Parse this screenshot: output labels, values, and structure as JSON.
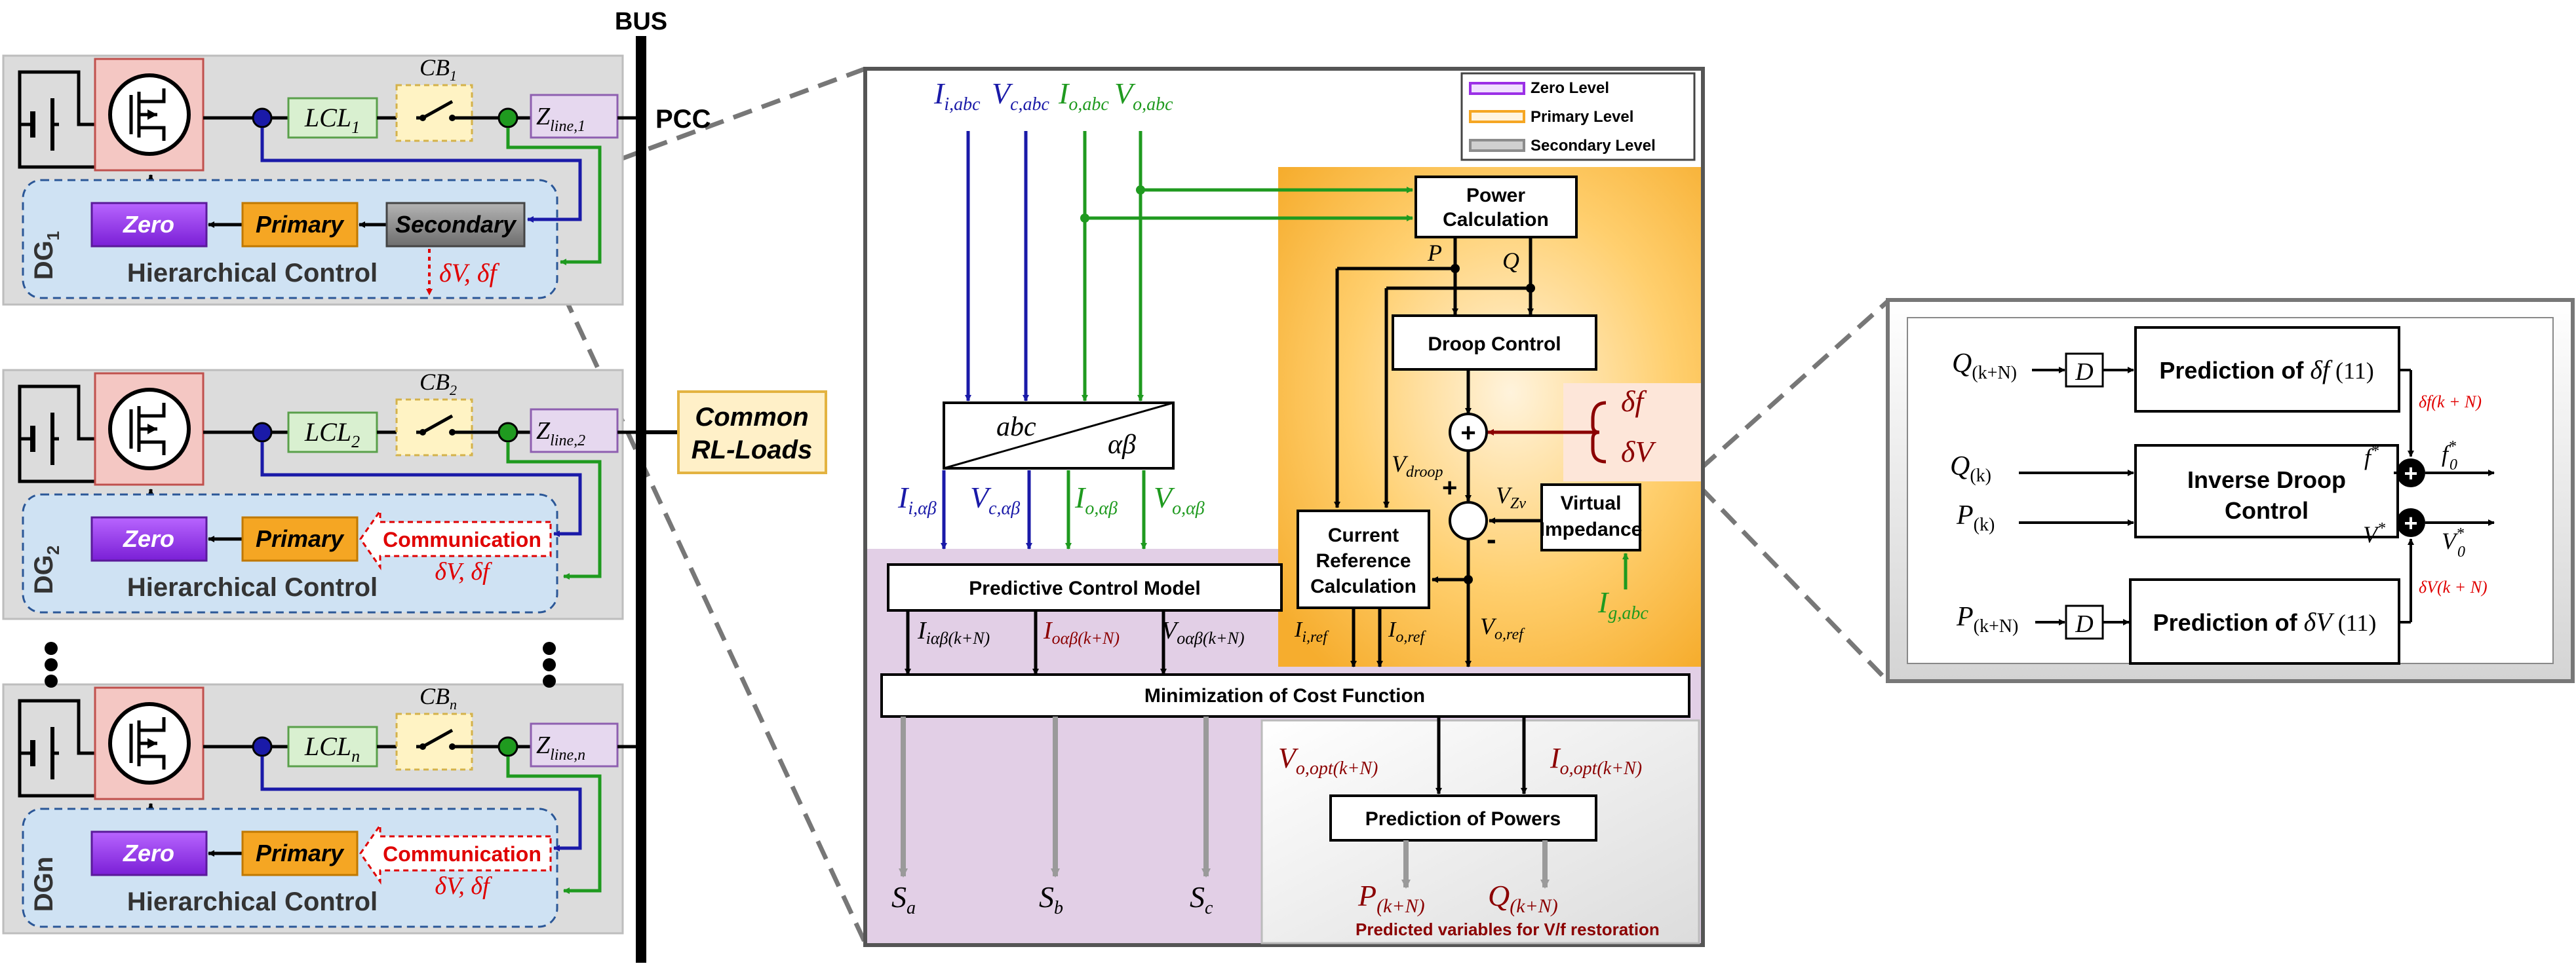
{
  "bus": {
    "label": "BUS",
    "pcc": "PCC"
  },
  "loads": {
    "line1": "Common",
    "line2": "RL-Loads"
  },
  "dg_units": [
    {
      "name": "DG",
      "sub": "1",
      "filter": "LCL",
      "filter_sub": "1",
      "cb": "CB",
      "cb_sub": "1",
      "zline": "Z",
      "zline_sub": "line,1",
      "zero": "Zero",
      "primary": "Primary",
      "secondary": "Secondary",
      "comm": "",
      "hier": "Hierarchical Control",
      "dv": "δV, δf"
    },
    {
      "name": "DG",
      "sub": "2",
      "filter": "LCL",
      "filter_sub": "2",
      "cb": "CB",
      "cb_sub": "2",
      "zline": "Z",
      "zline_sub": "line,2",
      "zero": "Zero",
      "primary": "Primary",
      "secondary": "",
      "comm": "Communication",
      "hier": "Hierarchical Control",
      "dv": "δV, δf"
    },
    {
      "name": "DGn",
      "sub": "",
      "filter": "LCL",
      "filter_sub": "n",
      "cb": "CB",
      "cb_sub": "n",
      "zline": "Z",
      "zline_sub": "line,n",
      "zero": "Zero",
      "primary": "Primary",
      "secondary": "",
      "comm": "Communication",
      "hier": "Hierarchical Control",
      "dv": "δV, δf"
    }
  ],
  "legend": {
    "zero": "Zero Level",
    "primary": "Primary Level",
    "secondary": "Secondary Level"
  },
  "center": {
    "inputs": {
      "ii": "I",
      "ii_sub": "i,abc",
      "vc": "V",
      "vc_sub": "c,abc",
      "io": "I",
      "io_sub": "o,abc",
      "vo": "V",
      "vo_sub": "o,abc"
    },
    "transform": {
      "left": "abc",
      "right": "αβ"
    },
    "ab_outputs": {
      "ii": "I",
      "ii_sub": "i,αβ",
      "vc": "V",
      "vc_sub": "c,αβ",
      "io": "I",
      "io_sub": "o,αβ",
      "vo": "V",
      "vo_sub": "o,αβ"
    },
    "power_calc": {
      "line1": "Power",
      "line2": "Calculation"
    },
    "p": "P",
    "q": "Q",
    "droop": "Droop Control",
    "delta_f": "δf",
    "delta_v": "δV",
    "vdroop": "V",
    "vdroop_sub": "droop",
    "vzv": "V",
    "vzv_sub": "Zv",
    "plus": "+",
    "minus": "-",
    "virtual": {
      "line1": "Virtual",
      "line2": "Impedance"
    },
    "ig": "I",
    "ig_sub": "g,abc",
    "current_ref": {
      "line1": "Current",
      "line2": "Reference",
      "line3": "Calculation"
    },
    "iiref": "I",
    "iiref_sub": "i,ref",
    "ioref": "I",
    "ioref_sub": "o,ref",
    "voref": "V",
    "voref_sub": "o,ref",
    "pcm": "Predictive Control Model",
    "pred1": "I",
    "pred1_sub": "iαβ(k+N)",
    "pred2": "I",
    "pred2_sub": "oαβ(k+N)",
    "pred3": "V",
    "pred3_sub": "oαβ(k+N)",
    "cost": "Minimization of Cost Function",
    "sa": "S",
    "sa_sub": "a",
    "sb": "S",
    "sb_sub": "b",
    "sc": "S",
    "sc_sub": "c",
    "vopt": "V",
    "vopt_sub": "o,opt(k+N)",
    "iopt": "I",
    "iopt_sub": "o,opt(k+N)",
    "pred_powers": "Prediction of Powers",
    "pk": "P",
    "pk_sub": "(k+N)",
    "qk": "Q",
    "qk_sub": "(k+N)",
    "restoration": "Predicted variables for V/f restoration"
  },
  "right": {
    "q_kn": "Q",
    "q_kn_sub": "(k+N)",
    "d1": "D",
    "pred_df": "Prediction of ",
    "pred_df_sym": "δf",
    "pred_df_eq": " (11)",
    "df_kn": "δf(k + N)",
    "q_k": "Q",
    "q_k_sub": "(k)",
    "p_k": "P",
    "p_k_sub": "(k)",
    "inverse": {
      "line1": "Inverse Droop",
      "line2": "Control"
    },
    "f_star": "f",
    "f_star_sup": "*",
    "v_star": "V",
    "v_star_sup": "*",
    "f0": "f",
    "f0_sub": "0",
    "f0_sup": "*",
    "v0": "V",
    "v0_sub": "0",
    "v0_sup": "*",
    "p_kn": "P",
    "p_kn_sub": "(k+N)",
    "d2": "D",
    "pred_dv": "Prediction of ",
    "pred_dv_sym": "δV",
    "pred_dv_eq": " (11)",
    "dv_kn": "δV(k + N)"
  },
  "colors": {
    "blue": "#1a1aa8",
    "green": "#1f9a1f",
    "darkred": "#8b0000",
    "red": "#e00000",
    "zero": "#9b30e6",
    "primary": "#f5a623",
    "secondary": "#8c8c8c"
  }
}
